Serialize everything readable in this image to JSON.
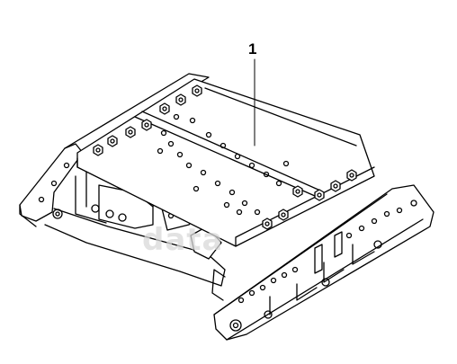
{
  "diagram": {
    "callouts": [
      {
        "label": "1",
        "target": "mounting-plate"
      }
    ]
  },
  "watermark": {
    "text": "data",
    "logo": "letter-d-logo"
  },
  "colors": {
    "line": "#000000",
    "fill": "#ffffff",
    "watermark": "#d9d9d9"
  }
}
